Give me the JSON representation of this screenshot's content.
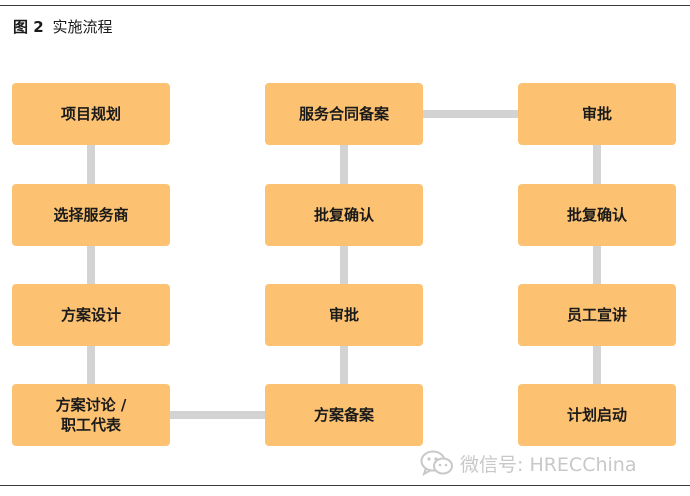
{
  "figure": {
    "number": "图 2",
    "title": "实施流程"
  },
  "nodes": [
    {
      "id": "c1r1",
      "label": "项目规划"
    },
    {
      "id": "c1r2",
      "label": "选择服务商"
    },
    {
      "id": "c1r3",
      "label": "方案设计"
    },
    {
      "id": "c1r4",
      "label": "方案讨论 /\n职工代表"
    },
    {
      "id": "c2r1",
      "label": "服务合同备案"
    },
    {
      "id": "c2r2",
      "label": "批复确认"
    },
    {
      "id": "c2r3",
      "label": "审批"
    },
    {
      "id": "c2r4",
      "label": "方案备案"
    },
    {
      "id": "c3r1",
      "label": "审批"
    },
    {
      "id": "c3r2",
      "label": "批复确认"
    },
    {
      "id": "c3r3",
      "label": "员工宣讲"
    },
    {
      "id": "c3r4",
      "label": "计划启动"
    }
  ],
  "edges": [
    [
      "c1r1",
      "c1r2"
    ],
    [
      "c1r2",
      "c1r3"
    ],
    [
      "c1r3",
      "c1r4"
    ],
    [
      "c1r4",
      "c2r4"
    ],
    [
      "c2r4",
      "c2r3"
    ],
    [
      "c2r3",
      "c2r2"
    ],
    [
      "c2r2",
      "c2r1"
    ],
    [
      "c2r1",
      "c3r1"
    ],
    [
      "c3r1",
      "c3r2"
    ],
    [
      "c3r2",
      "c3r3"
    ],
    [
      "c3r3",
      "c3r4"
    ]
  ],
  "colors": {
    "node_fill": "#fcc271",
    "connector": "#d3d3d3",
    "rule": "#3a3a3a",
    "watermark": "#c8c8c8"
  },
  "watermark": {
    "icon": "wechat-icon",
    "text": "微信号: HRECChina"
  }
}
